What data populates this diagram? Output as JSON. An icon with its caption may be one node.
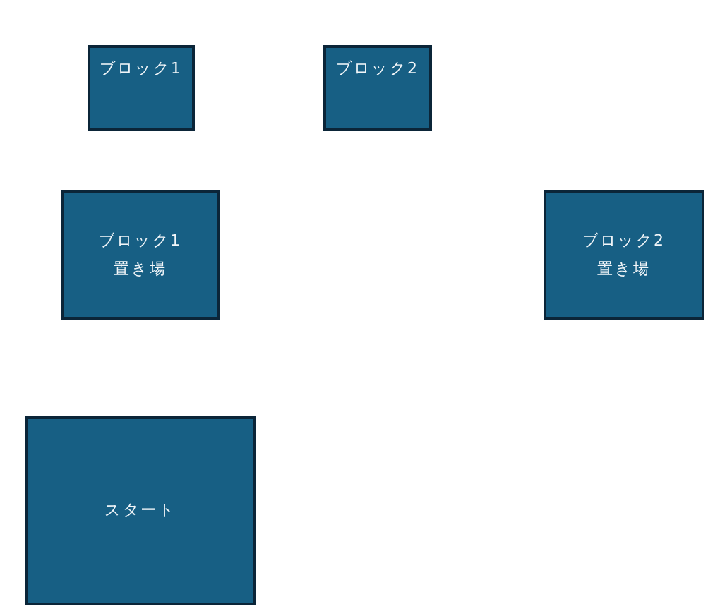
{
  "diagram": {
    "nodes": [
      {
        "text": [
          "ブロック1"
        ]
      },
      {
        "text": [
          "ブロック2"
        ]
      },
      {
        "text": [
          "ブロック1置き場"
        ]
      },
      {
        "text": [
          "ブロック2置き場"
        ]
      },
      {
        "text": [
          "スタート"
        ]
      }
    ]
  }
}
